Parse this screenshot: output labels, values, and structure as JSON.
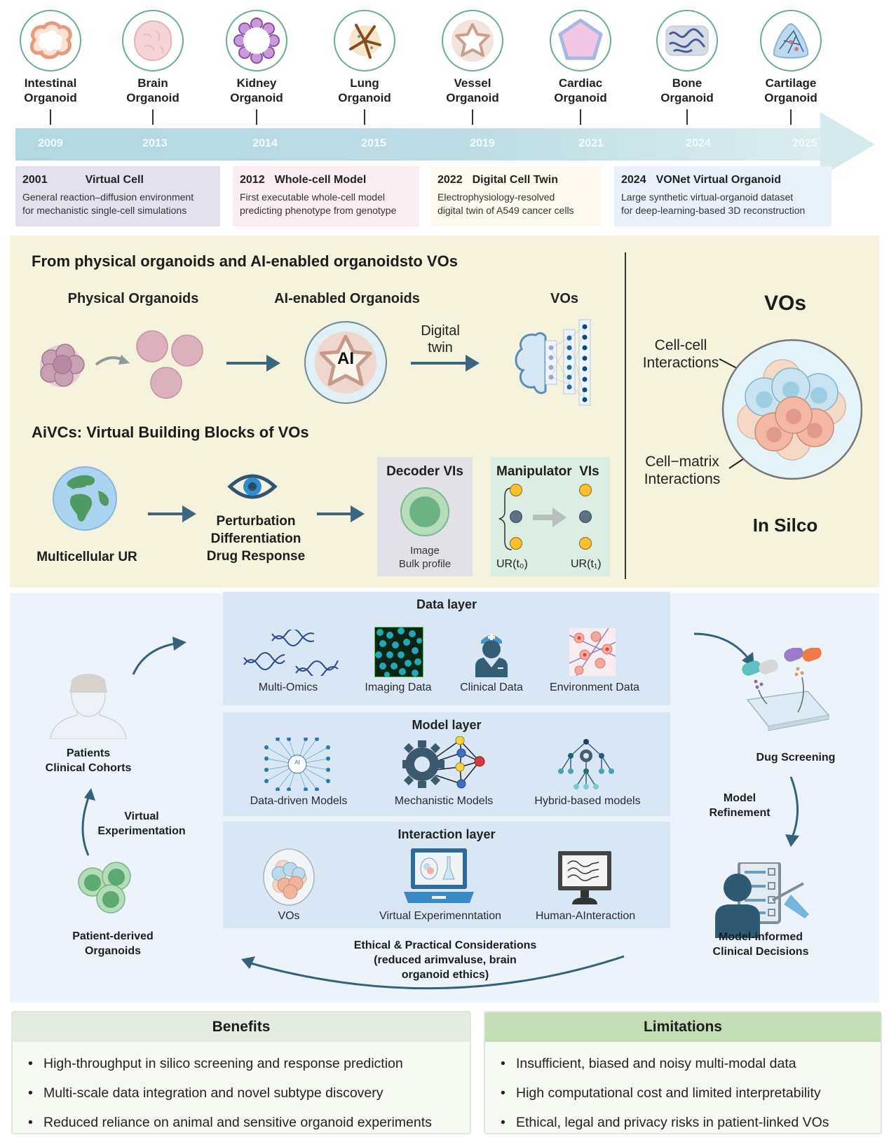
{
  "timeline": {
    "organoids": [
      {
        "line1": "Intestinal",
        "line2": "Organoid",
        "year": "2009",
        "icon": "intestinal-organoid-icon"
      },
      {
        "line1": "Brain",
        "line2": "Organoid",
        "year": "2013",
        "icon": "brain-organoid-icon"
      },
      {
        "line1": "Kidney",
        "line2": "Organoid",
        "year": "2014",
        "icon": "kidney-organoid-icon"
      },
      {
        "line1": "Lung",
        "line2": "Organoid",
        "year": "2015",
        "icon": "lung-organoid-icon"
      },
      {
        "line1": "Vessel",
        "line2": "Organoid",
        "year": "2019",
        "icon": "vessel-organoid-icon"
      },
      {
        "line1": "Cardiac",
        "line2": "Organoid",
        "year": "2021",
        "icon": "cardiac-organoid-icon"
      },
      {
        "line1": "Bone",
        "line2": "Organoid",
        "year": "2024",
        "icon": "bone-organoid-icon"
      },
      {
        "line1": "Cartilage",
        "line2": "Organoid",
        "year": "2025",
        "icon": "cartilage-organoid-icon"
      }
    ],
    "milestones": [
      {
        "year": "2001",
        "title": "Virtual Cell",
        "desc1": "General reaction–diffusion environment",
        "desc2": "for mechanistic single-cell simulations",
        "color": "#e3e1ee"
      },
      {
        "year": "2012",
        "title": "Whole-cell Model",
        "desc1": "First executable whole-cell model",
        "desc2": "predicting phenotype from genotype",
        "color": "#fbeef3"
      },
      {
        "year": "2022",
        "title": "Digital Cell Twin",
        "desc1": "Electrophysiology-resolved",
        "desc2": "digital twin of A549 cancer cells",
        "color": "#fdf9ee"
      },
      {
        "year": "2024",
        "title": "VONet Virtual Organoid",
        "desc1": "Large synthetic virtual-organoid dataset",
        "desc2": "for deep-learning-based 3D reconstruction",
        "color": "#e8f1fa"
      }
    ]
  },
  "middle": {
    "section1_title": "From physical organoids and AI-enabled organoidsto VOs",
    "physical_title": "Physical Organoids",
    "ai_title": "AI-enabled Organoids",
    "ai_label": "AI",
    "vos_title": "VOs",
    "digital_twin_line1": "Digital",
    "digital_twin_line2": "twin",
    "section2_title": "AiVCs: Virtual Building Blocks of VOs",
    "multicellular_label": "Multicellular UR",
    "perturbation_lines": [
      "Perturbation",
      "Differentiation",
      "Drug Response"
    ],
    "decoder_title": "Decoder VIs",
    "decoder_lines": [
      "Image",
      "Bulk profile"
    ],
    "manipulator_title": "Manipulator  VIs",
    "ur_t0": "UR(t₀)",
    "ur_t1": "UR(t₁)",
    "right": {
      "title": "VOs",
      "cell_cell_1": "Cell-cell",
      "cell_cell_2": "Interactions",
      "cell_matrix_1": "Cell−matrix",
      "cell_matrix_2": "Interactions",
      "footer": "In Silco"
    }
  },
  "lower": {
    "patients_1": "Patients",
    "patients_2": "Clinical Cohorts",
    "virtual_exp_1": "Virtual",
    "virtual_exp_2": "Experimentation",
    "pdo_1": "Patient-derived",
    "pdo_2": "Organoids",
    "drug_screening": "Dug Screening",
    "model_refinement_1": "Model",
    "model_refinement_2": "Refinement",
    "clinical_decisions_1": "Model-informed",
    "clinical_decisions_2": "Clinical Decisions",
    "ethics_1": "Ethical & Practical Considerations",
    "ethics_2": "(reduced arimvaluse, brain",
    "ethics_3": "organoid ethics)",
    "data_layer": {
      "title": "Data layer",
      "items": [
        "Multi-Omics",
        "Imaging Data",
        "Clinical Data",
        "Environment Data"
      ]
    },
    "model_layer": {
      "title": "Model layer",
      "items": [
        "Data-driven Models",
        "Mechanistic Models",
        "Hybrid-based models"
      ],
      "ai_badge": "AI"
    },
    "interaction_layer": {
      "title": "Interaction layer",
      "items": [
        "VOs",
        "Virtual Experimenntation",
        "Human-AInteraction"
      ]
    }
  },
  "benefits": {
    "title": "Benefits",
    "header_color": "#e4ebe0",
    "items": [
      "High-throughput in silico screening and response prediction",
      "Multi-scale data integration and novel subtype discovery",
      "Reduced reliance on animal and sensitive organoid experiments"
    ]
  },
  "limitations": {
    "title": "Limitations",
    "header_color": "#c3ddb4",
    "items": [
      "Insufficient, biased and noisy multi-modal data",
      "High computational cost and limited interpretability",
      "Ethical, legal and privacy risks in patient-linked VOs"
    ]
  }
}
